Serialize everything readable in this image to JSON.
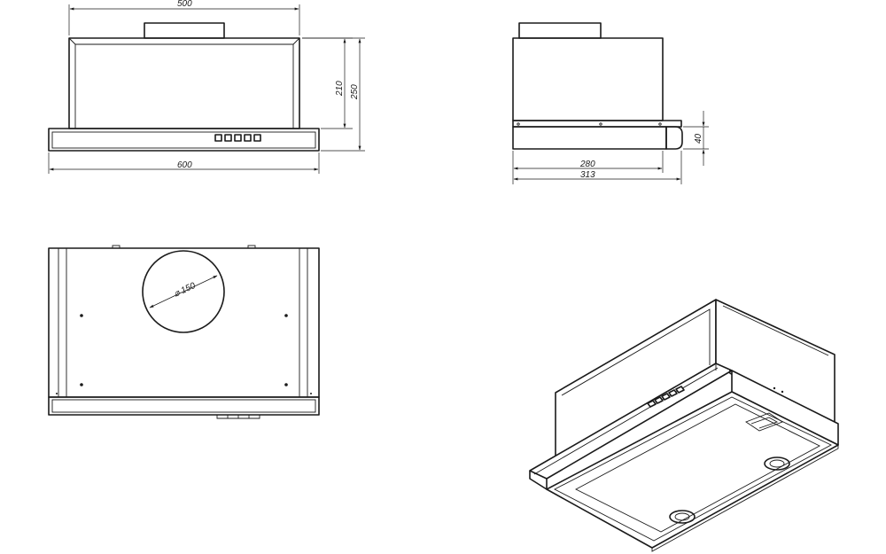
{
  "dimensions": {
    "top_width": "500",
    "height_210": "210",
    "height_250": "250",
    "front_width": "600",
    "panel_height": "40",
    "depth_280": "280",
    "depth_313": "313",
    "duct_diameter": "150"
  },
  "colors": {
    "line": "#1a1a1a",
    "background": "#ffffff"
  }
}
